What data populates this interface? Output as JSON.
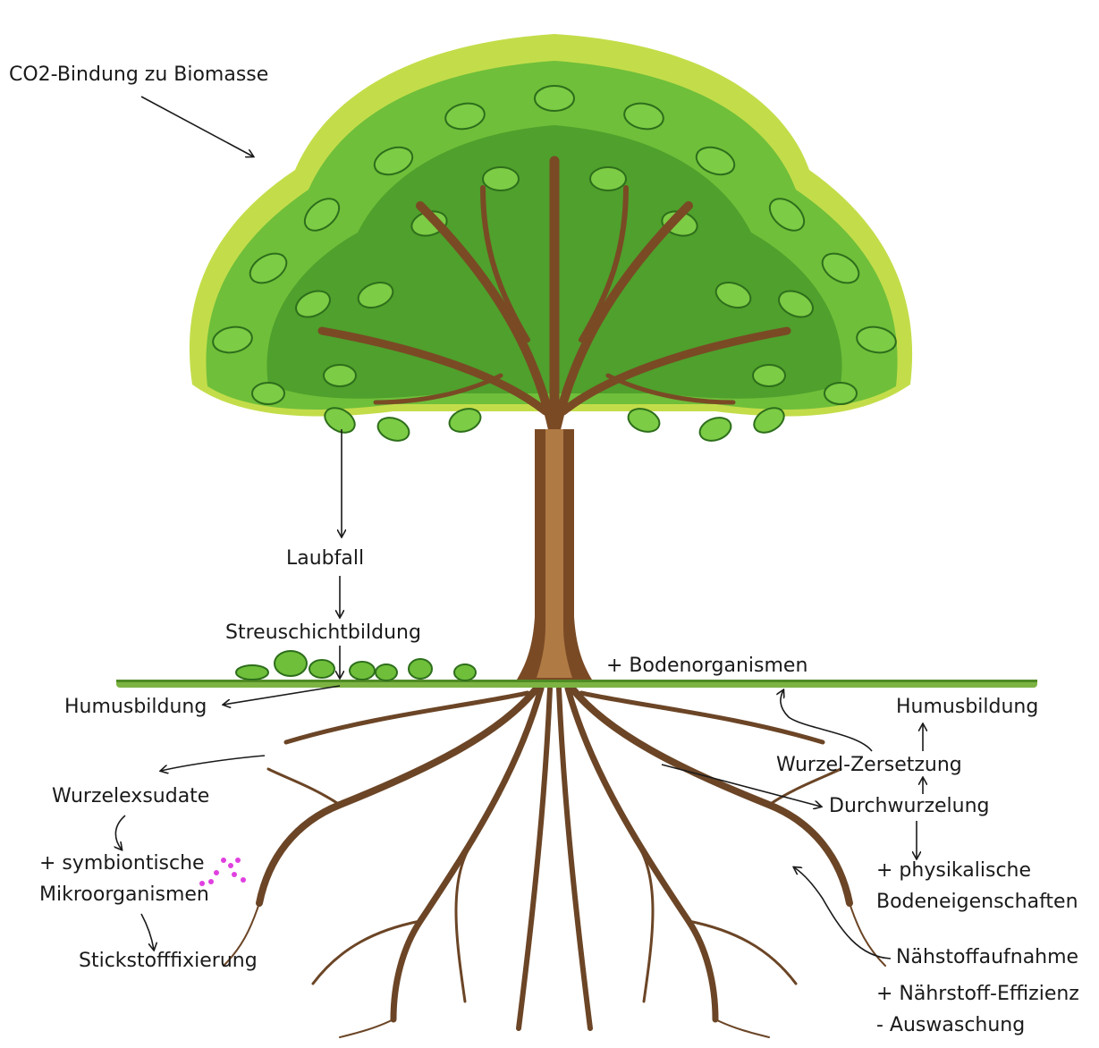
{
  "colors": {
    "canopy_light": "#c3dd4a",
    "canopy_mid": "#6fbf3a",
    "canopy_dark": "#3f8f24",
    "trunk": "#7a4a25",
    "trunk_light": "#b07a45",
    "root": "#6b4526",
    "ground": "#7cb342",
    "text": "#1a1a1a",
    "arrow": "#1a1a1a",
    "dots": "#e040e0"
  },
  "labels": {
    "co2": "CO2-Bindung zu Biomasse",
    "laubfall": "Laubfall",
    "streuschicht": "Streuschichtbildung",
    "bodenorganismen": "+ Bodenorganismen",
    "humus_left": "Humusbildung",
    "humus_right": "Humusbildung",
    "wurzel_zersetzung": "Wurzel-Zersetzung",
    "durchwurzelung": "Durchwurzelung",
    "wurzelexsudate": "Wurzelexsudate",
    "symbiont_1": "+ symbiontische",
    "symbiont_2": "Mikroorganismen",
    "stickstoff": "Stickstofffixierung",
    "physik_1": "+ physikalische",
    "physik_2": "Bodeneigenschaften",
    "naehrstoff": "Nähstoffaufnahme",
    "effizienz": "+ Nährstoff-Effizienz",
    "auswaschung": "- Auswaschung"
  }
}
